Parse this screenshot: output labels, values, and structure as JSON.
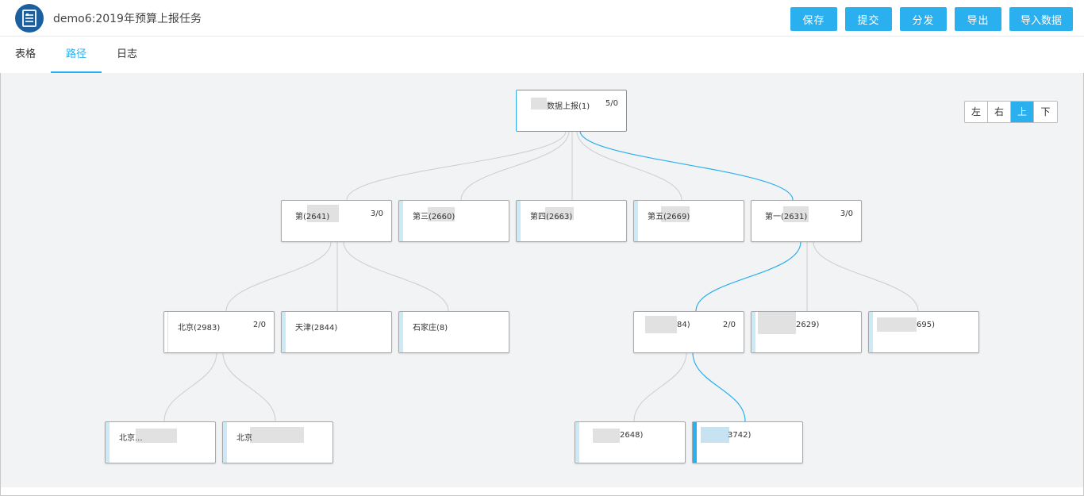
{
  "header": {
    "logo_icon": "form-document-icon",
    "title": "demo6:2019年预算上报任务",
    "buttons": [
      {
        "label": "保存"
      },
      {
        "label": "提交"
      },
      {
        "label": "分发"
      },
      {
        "label": "导出"
      },
      {
        "label": "导入数据"
      }
    ]
  },
  "tabs": [
    {
      "label": "表格",
      "active": false
    },
    {
      "label": "路径",
      "active": true
    },
    {
      "label": "日志",
      "active": false
    }
  ],
  "direction_buttons": [
    {
      "label": "左",
      "active": false
    },
    {
      "label": "右",
      "active": false
    },
    {
      "label": "上",
      "active": true
    },
    {
      "label": "下",
      "active": false
    }
  ],
  "tree": {
    "root": {
      "label": "数据上报(1)",
      "count": "5/0"
    },
    "level1": [
      {
        "label": "第(2641)",
        "count": "3/0"
      },
      {
        "label": "第三(2660)",
        "count": ""
      },
      {
        "label": "第四(2663)",
        "count": ""
      },
      {
        "label": "第五(2669)",
        "count": ""
      },
      {
        "label": "第一(2631)",
        "count": "3/0"
      }
    ],
    "level2": [
      {
        "label": "北京(2983)",
        "count": "2/0"
      },
      {
        "label": "天津(2844)",
        "count": ""
      },
      {
        "label": "石家庄(8)",
        "count": ""
      },
      {
        "label": "84)",
        "count": "2/0"
      },
      {
        "label": "2629)",
        "count": ""
      },
      {
        "label": "695)",
        "count": ""
      }
    ],
    "level3": [
      {
        "label": "北京...",
        "count": ""
      },
      {
        "label": "北京",
        "count": ""
      },
      {
        "label": "2648)",
        "count": ""
      },
      {
        "label": "3742)",
        "count": ""
      }
    ]
  },
  "colors": {
    "accent": "#2ab0ee",
    "brand": "#1b5f9e",
    "canvas_bg": "#f2f3f5",
    "link_default": "#cccccc",
    "link_highlight": "#2ab0ee"
  }
}
